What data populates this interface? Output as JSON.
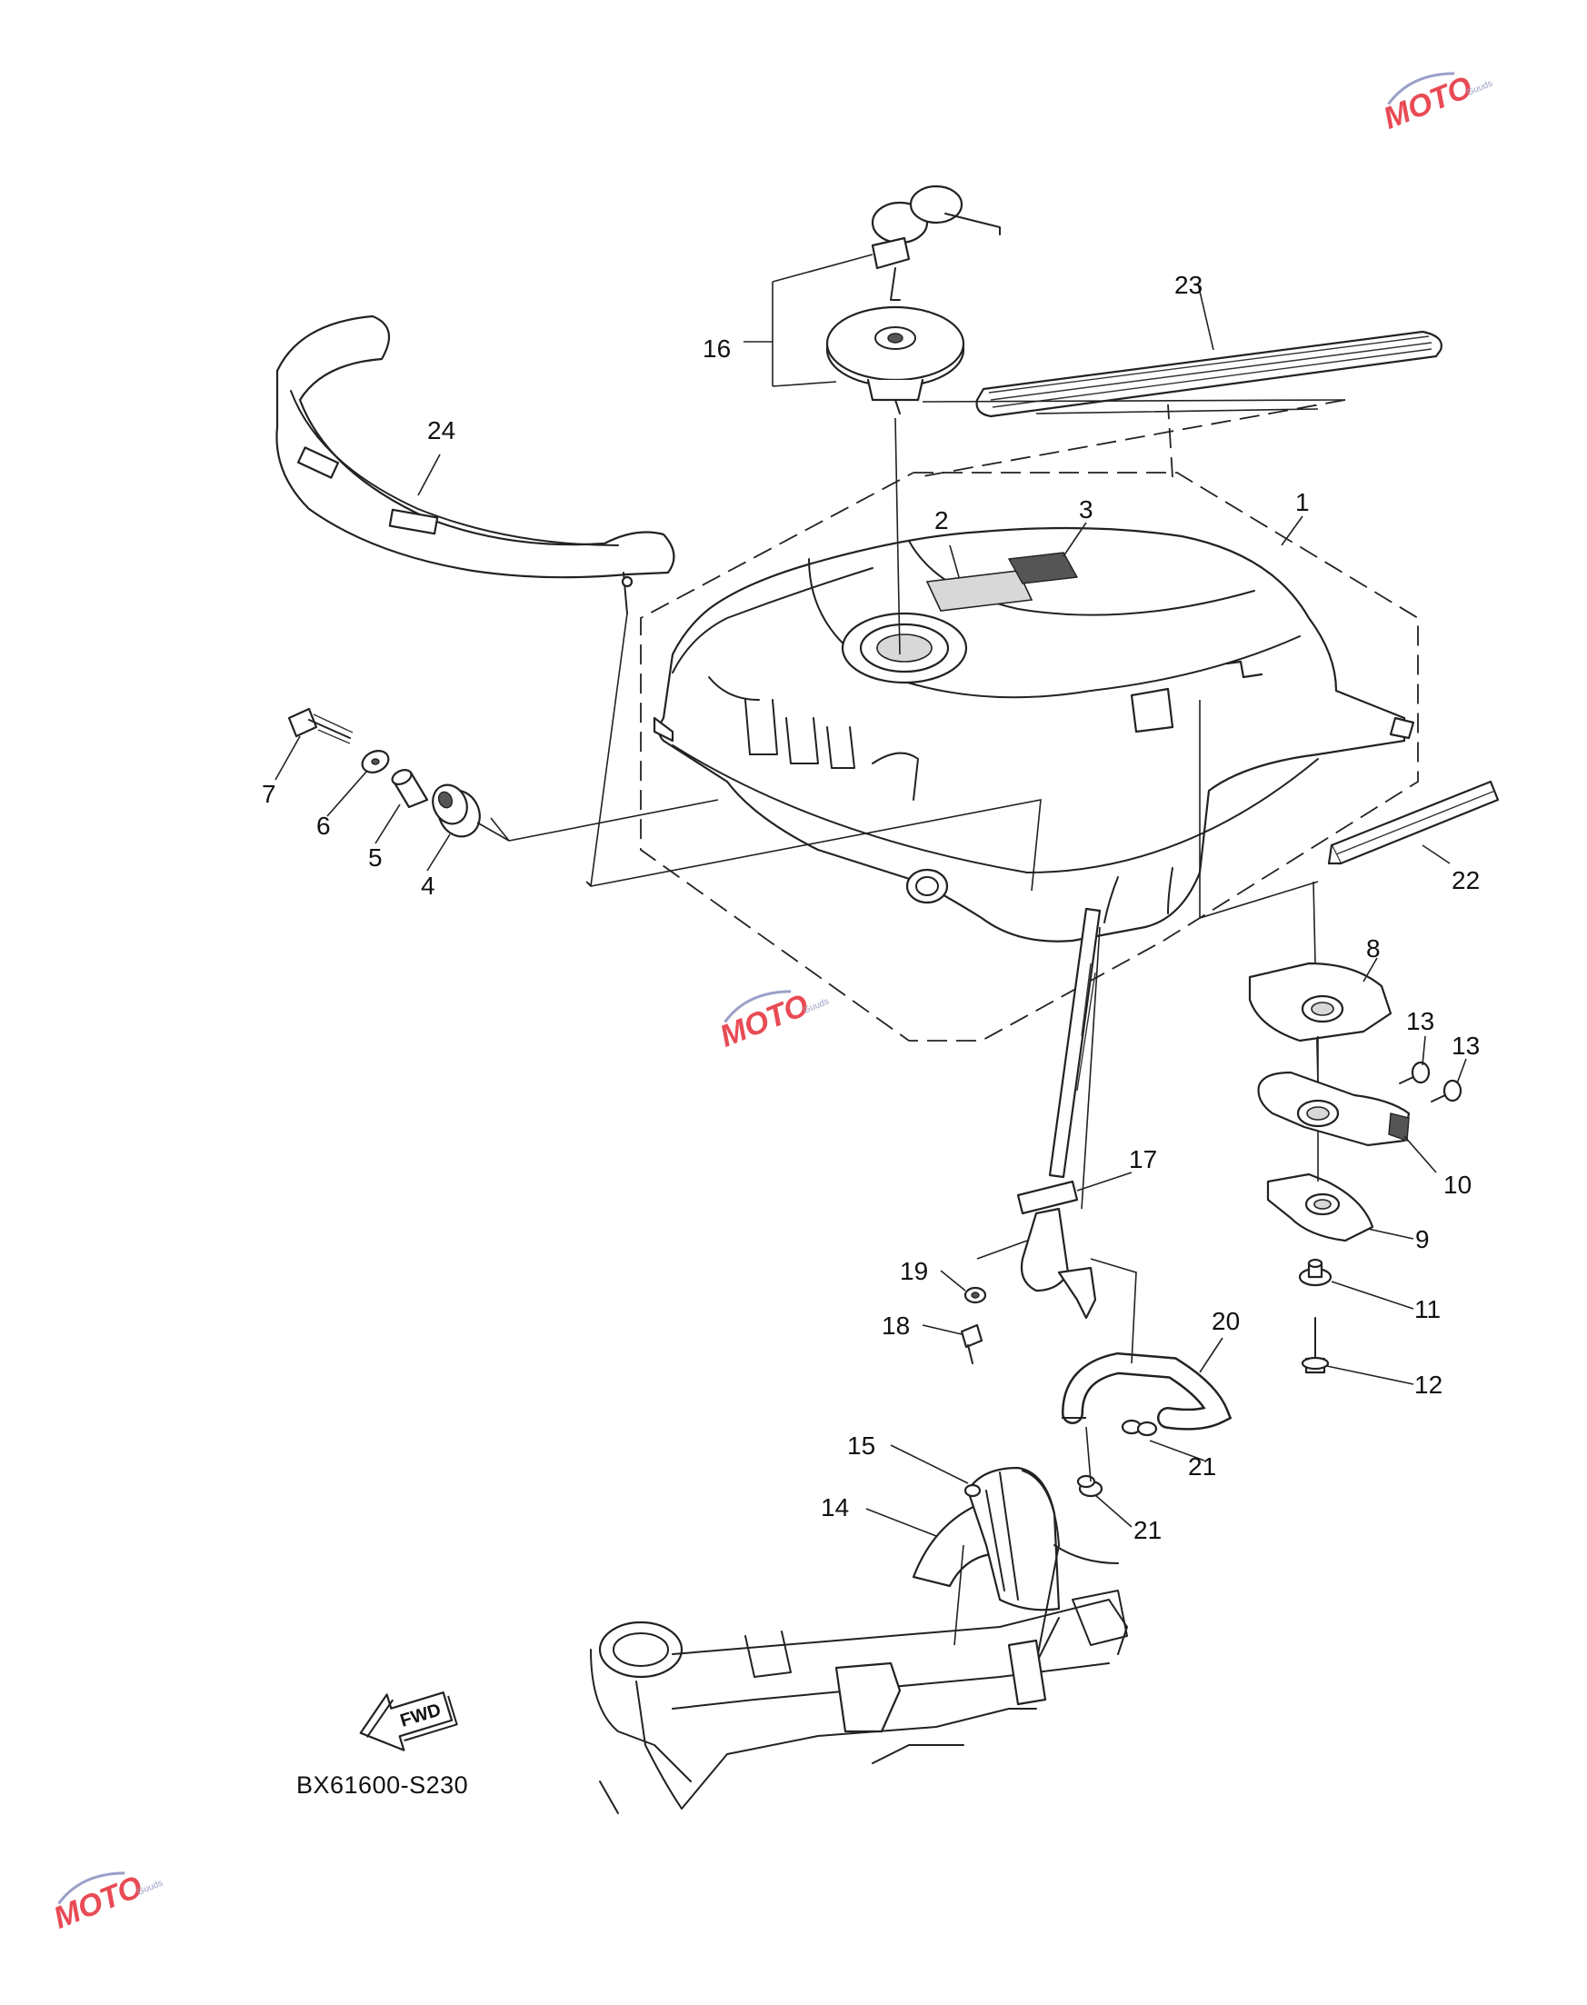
{
  "diagram": {
    "drawing_code": "BX61600-S230",
    "fwd_label": "FWD",
    "callouts": [
      "1",
      "2",
      "3",
      "4",
      "5",
      "6",
      "7",
      "8",
      "9",
      "10",
      "11",
      "12",
      "13",
      "13",
      "14",
      "15",
      "16",
      "17",
      "18",
      "19",
      "20",
      "21",
      "21",
      "22",
      "23",
      "24"
    ]
  },
  "watermark": {
    "brand": "MOTO",
    "sub": "Guuds"
  }
}
